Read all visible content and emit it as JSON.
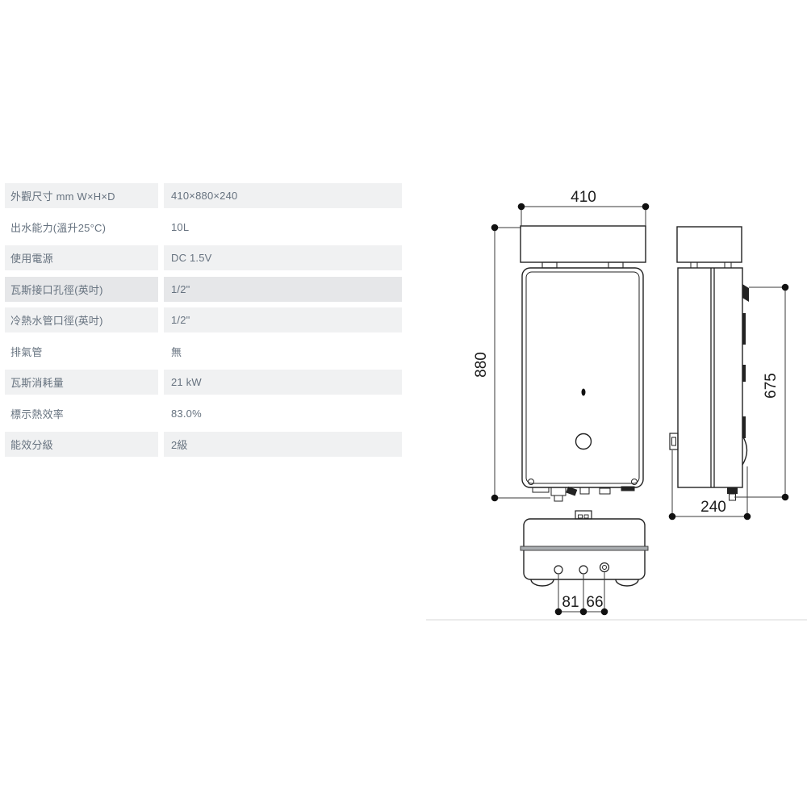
{
  "spec_table": {
    "rows": [
      {
        "label": "外觀尺寸 mm W×H×D",
        "value": "410×880×240"
      },
      {
        "label": "出水能力(溫升25°C)",
        "value": "10L"
      },
      {
        "label": "使用電源",
        "value": "DC 1.5V"
      },
      {
        "label": "瓦斯接口孔徑(英吋)",
        "value": "1/2\""
      },
      {
        "label": "冷熱水管口徑(英吋)",
        "value": "1/2\""
      },
      {
        "label": "排氣管",
        "value": "無"
      },
      {
        "label": "瓦斯消耗量",
        "value": "21 kW"
      },
      {
        "label": "標示熱效率",
        "value": "83.0%"
      },
      {
        "label": "能效分級",
        "value": "2級"
      }
    ],
    "highlighted_row_index": 3
  },
  "diagram": {
    "front_width_mm": "410",
    "front_height_mm": "880",
    "side_height_mm": "675",
    "side_depth_mm": "240",
    "bottom_spacing_left_mm": "81",
    "bottom_spacing_right_mm": "66"
  },
  "colors": {
    "row_bg": "#f0f1f2",
    "row_highlight_bg": "#e6e7e9",
    "table_text": "#66727f",
    "drawing_line": "#222222",
    "divider": "#ebebeb"
  }
}
